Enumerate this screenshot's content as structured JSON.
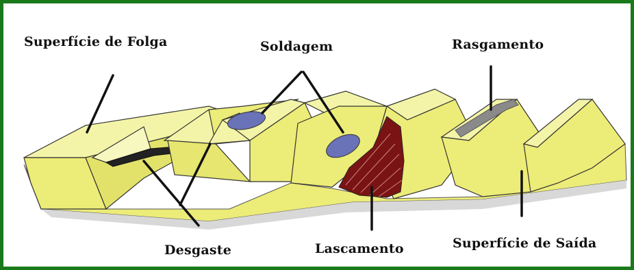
{
  "labels": {
    "superficie_folga": "Superfície de Folga",
    "soldagem": "Soldagem",
    "rasgamento": "Rasgamento",
    "desgaste": "Desgaste",
    "lascamento": "Lascamento",
    "superficie_saida": "Superfície de Saída"
  },
  "colors": {
    "border": "#1a7a1a",
    "tool_surface": "#ecec78",
    "tool_top": "#f4f4a8",
    "weld": "#6a72b8",
    "chipping": "#7a1414",
    "tear": "#8a8a8a",
    "pointer": "#111111"
  }
}
